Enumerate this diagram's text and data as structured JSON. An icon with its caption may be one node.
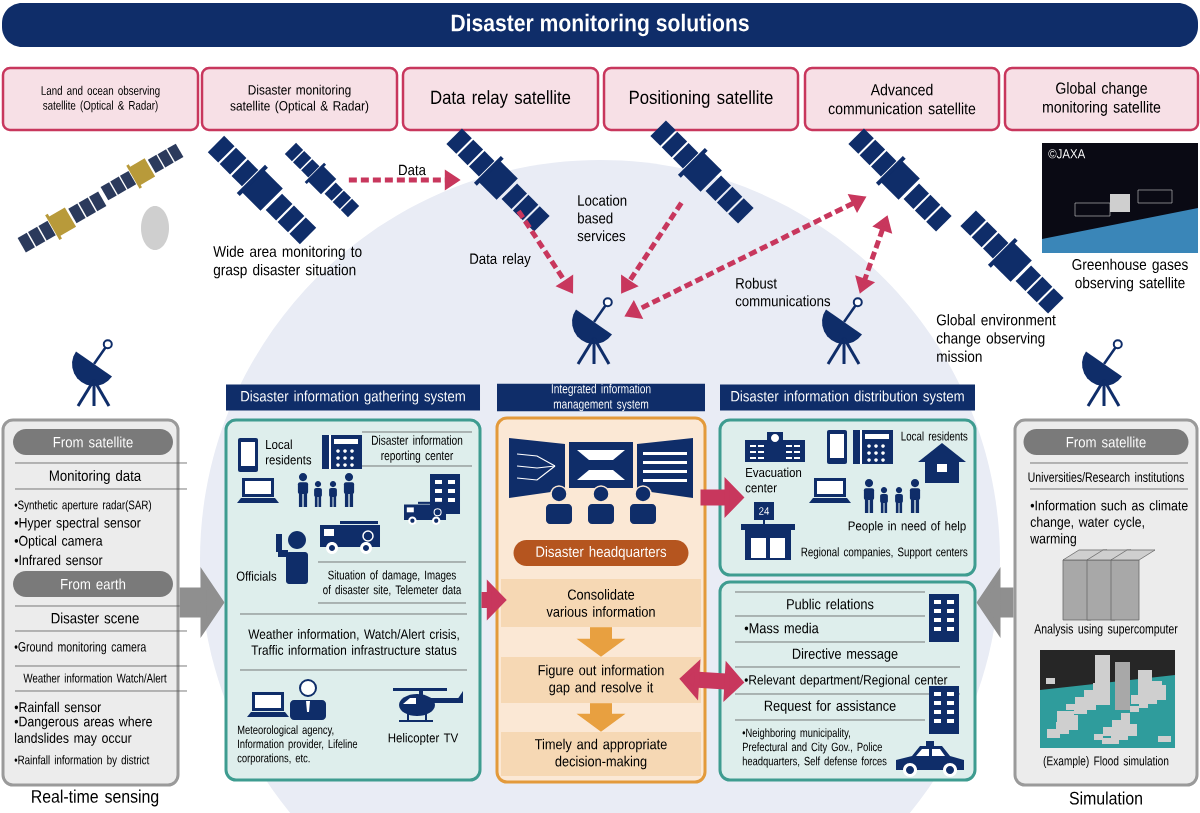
{
  "diagram": {
    "title": "Disaster monitoring solutions",
    "nodes": [
      {
        "text": [
          "Land and ocean observing satellite (Optical & Radar)"
        ]
      },
      {
        "text": [
          "Disaster monitoring satellite (Optical & Radar)"
        ]
      },
      {
        "text": [
          "Data relay satellite"
        ]
      },
      {
        "text": [
          "Positioning satellite"
        ]
      },
      {
        "text": [
          "Advanced communication satellite"
        ]
      },
      {
        "text": [
          "Global change monitoring satellite"
        ]
      },
      {
        "text": [],
        "shape": "picture"
      },
      {
        "text": [],
        "shape": "picture"
      },
      {
        "text": [],
        "shape": "picture"
      },
      {
        "text": [],
        "shape": "picture"
      },
      {
        "text": [],
        "shape": "picture"
      },
      {
        "text": [],
        "shape": "picture"
      },
      {
        "text": [
          "©JAXA"
        ]
      },
      {
        "text": [],
        "shape": "picture"
      },
      {
        "text": [],
        "shape": "picture"
      },
      {
        "text": [],
        "shape": "picture"
      },
      {
        "text": [],
        "shape": "picture"
      },
      {
        "text": [
          "Monitoring data",
          "•Synthetic aperture radar(SAR)",
          "•Hyper spectral sensor",
          "•Optical camera",
          "•Infrared sensor",
          "Disaster scene",
          "•Ground monitoring camera",
          "Weather information Watch/Alert",
          "•Rainfall sensor",
          "•Dangerous areas where landslides may occur",
          "•Rainfall information by district"
        ],
        "beside": [
          "Real-time sensing"
        ]
      },
      {
        "text": [
          "From satellite"
        ],
        "in": 17
      },
      {
        "text": [
          "From earth"
        ],
        "in": 17
      },
      {
        "text": [
          "Disaster information gathering system"
        ]
      },
      {
        "text": [
          "Local residents",
          "Disaster information reporting center",
          "Officials",
          "Situation of damage, Images of disaster site, Telemeter data",
          "Weather information, Watch/Alert crisis, Traffic information infrastructure status",
          "Meteorological agency, Information provider, Lifeline corporations, etc.",
          "Helicopter TV"
        ]
      },
      {
        "text": [
          "Integrated information management system"
        ]
      },
      {
        "text": [],
        "shape": "box"
      },
      {
        "text": [
          "Disaster headquarters"
        ],
        "in": 23
      },
      {
        "text": [
          "Consolidate various information"
        ],
        "in": 23
      },
      {
        "text": [
          "Figure out information gap and resolve it"
        ],
        "in": 23
      },
      {
        "text": [
          "Timely and appropriate decision-making"
        ],
        "in": 23
      },
      {
        "text": [
          "Disaster information distribution system"
        ]
      },
      {
        "text": [
          "Local residents",
          "Evacuation center",
          "People in need of help",
          "Regional companies, Support centers",
          "24"
        ]
      },
      {
        "text": [
          "Public relations",
          "•Mass media",
          "Directive message",
          "•Relevant department/Regional center",
          "Request for assistance",
          "•Neighboring municipality, Prefectural and City Gov., Police headquarters, Self defense forces"
        ]
      },
      {
        "text": [
          "Universities/Research institutions",
          "•Information such as climate change, water cycle, warming",
          "Analysis using supercomputer",
          "(Example) Flood simulation"
        ],
        "beside": [
          "Simulation"
        ]
      },
      {
        "text": [
          "From satellite"
        ],
        "in": 31
      }
    ],
    "edges": [
      {
        "from": 7,
        "to": 8,
        "arrow": "to",
        "label": "Data",
        "style": "dashed"
      },
      {
        "from": 8,
        "to": 14,
        "arrow": "to",
        "label": "Data relay",
        "style": "dashed"
      },
      {
        "from": 9,
        "to": 14,
        "arrow": "to",
        "label": "Location based services",
        "style": "dashed"
      },
      {
        "from": 10,
        "to": 14,
        "arrow": "both",
        "style": "dashed"
      },
      {
        "from": 10,
        "to": 15,
        "arrow": "both",
        "label": "Robust communications",
        "style": "dashed"
      },
      {
        "from": 17,
        "to": 21,
        "arrow": "to",
        "style": "thick",
        "color": "#8f8f8f"
      },
      {
        "from": 21,
        "to": 25,
        "arrow": "to"
      },
      {
        "from": 23,
        "to": 29,
        "arrow": "to"
      },
      {
        "from": 26,
        "to": 30,
        "arrow": "both"
      },
      {
        "from": 31,
        "to": 30,
        "arrow": "to",
        "style": "thick",
        "color": "#8f8f8f"
      },
      {
        "from": 25,
        "to": 26,
        "arrow": "to",
        "color": "#e8a040"
      },
      {
        "from": 26,
        "to": 27,
        "arrow": "to",
        "color": "#e8a040"
      }
    ],
    "labels": [
      "Wide area monitoring to grasp disaster situation",
      "Greenhouse gases observing satellite",
      "Global environment change observing mission"
    ]
  }
}
